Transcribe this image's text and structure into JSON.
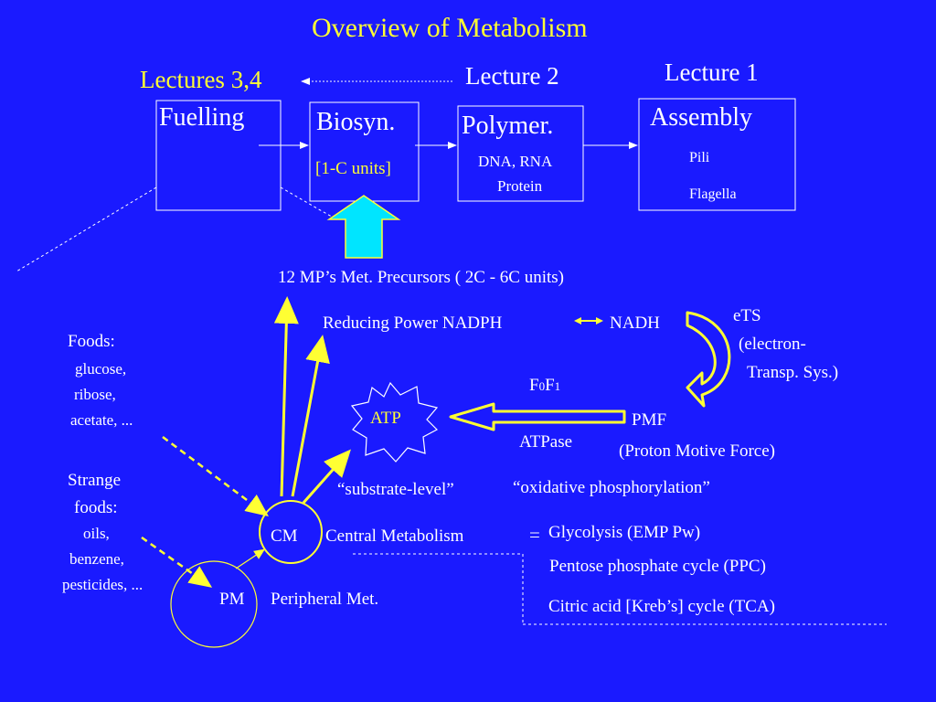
{
  "title": "Overview of Metabolism",
  "lectures": {
    "l34": "Lectures 3,4",
    "l2": "Lecture 2",
    "l1": "Lecture 1"
  },
  "stages": {
    "fuelling": "Fuelling",
    "biosyn": "Biosyn.",
    "biosyn_sub": "[1-C units]",
    "polymer": "Polymer.",
    "polymer_sub1": "DNA, RNA",
    "polymer_sub2": "Protein",
    "assembly": "Assembly",
    "assembly_sub1": "Pili",
    "assembly_sub2": "Flagella"
  },
  "precursors": "12 MP’s Met. Precursors ( 2C - 6C units)",
  "reducing": {
    "label": "Reducing Power  NADPH",
    "nadh": "NADH"
  },
  "ets": {
    "line1": "eTS",
    "line2": "(electron-",
    "line3": "Transp. Sys.)"
  },
  "f0f1": {
    "F": "F",
    "zero": "0",
    "F2": "F",
    "one": "1"
  },
  "atp": "ATP",
  "pmf": {
    "line1": "PMF",
    "line2": "(Proton Motive Force)"
  },
  "atpase": "ATPase",
  "foods": {
    "title": "Foods:",
    "items": [
      "glucose,",
      "ribose,",
      "acetate, ..."
    ]
  },
  "strange": {
    "title1": "Strange",
    "title2": "foods:",
    "items": [
      "oils,",
      "benzene,",
      "pesticides, ..."
    ]
  },
  "phosphorylation": {
    "substrate": "“substrate-level”",
    "oxidative": "“oxidative phosphorylation”"
  },
  "cm": {
    "abbr": "CM",
    "label": "Central Metabolism",
    "equals": "="
  },
  "pm": {
    "abbr": "PM",
    "label": "Peripheral Met."
  },
  "pathways": [
    "Glycolysis (EMP Pw)",
    "Pentose phosphate cycle (PPC)",
    "Citric acid  [Kreb’s] cycle (TCA)"
  ],
  "colors": {
    "background": "#1a1aff",
    "yellow": "#ffff33",
    "cyan": "#00e5ff",
    "white": "#ffffff"
  }
}
